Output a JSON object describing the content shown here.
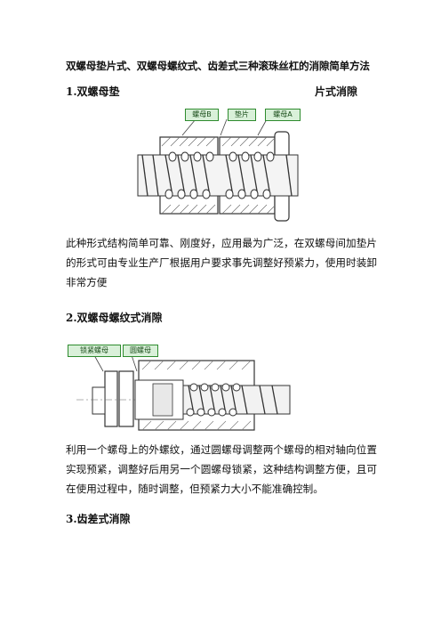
{
  "doc": {
    "title": "双螺母垫片式、双螺母螺纹式、齿差式三种滚珠丝杠的消隙简单方法",
    "section1": {
      "heading_left": "1.双螺母垫",
      "heading_right": "片式消隙",
      "fig_labels": [
        "螺母B",
        "垫片",
        "螺母A"
      ],
      "paragraph": "此种形式结构简单可靠、刚度好，应用最为广泛，在双螺母间加垫片的形式可由专业生产厂根据用户要求事先调整好预紧力，使用时装卸非常方便"
    },
    "section2": {
      "heading": "2.双螺母螺纹式消隙",
      "fig_labels": [
        "锁紧螺母",
        "圆螺母"
      ],
      "paragraph": "利用一个螺母上的外螺纹，通过圆螺母调整两个螺母的相对轴向位置实现预紧，调整好后用另一个圆螺母锁紧，这种结构调整方便，且可在使用过程中，随时调整，但预紧力大小不能准确控制。"
    },
    "section3": {
      "heading": "3.齿差式消隙"
    }
  }
}
